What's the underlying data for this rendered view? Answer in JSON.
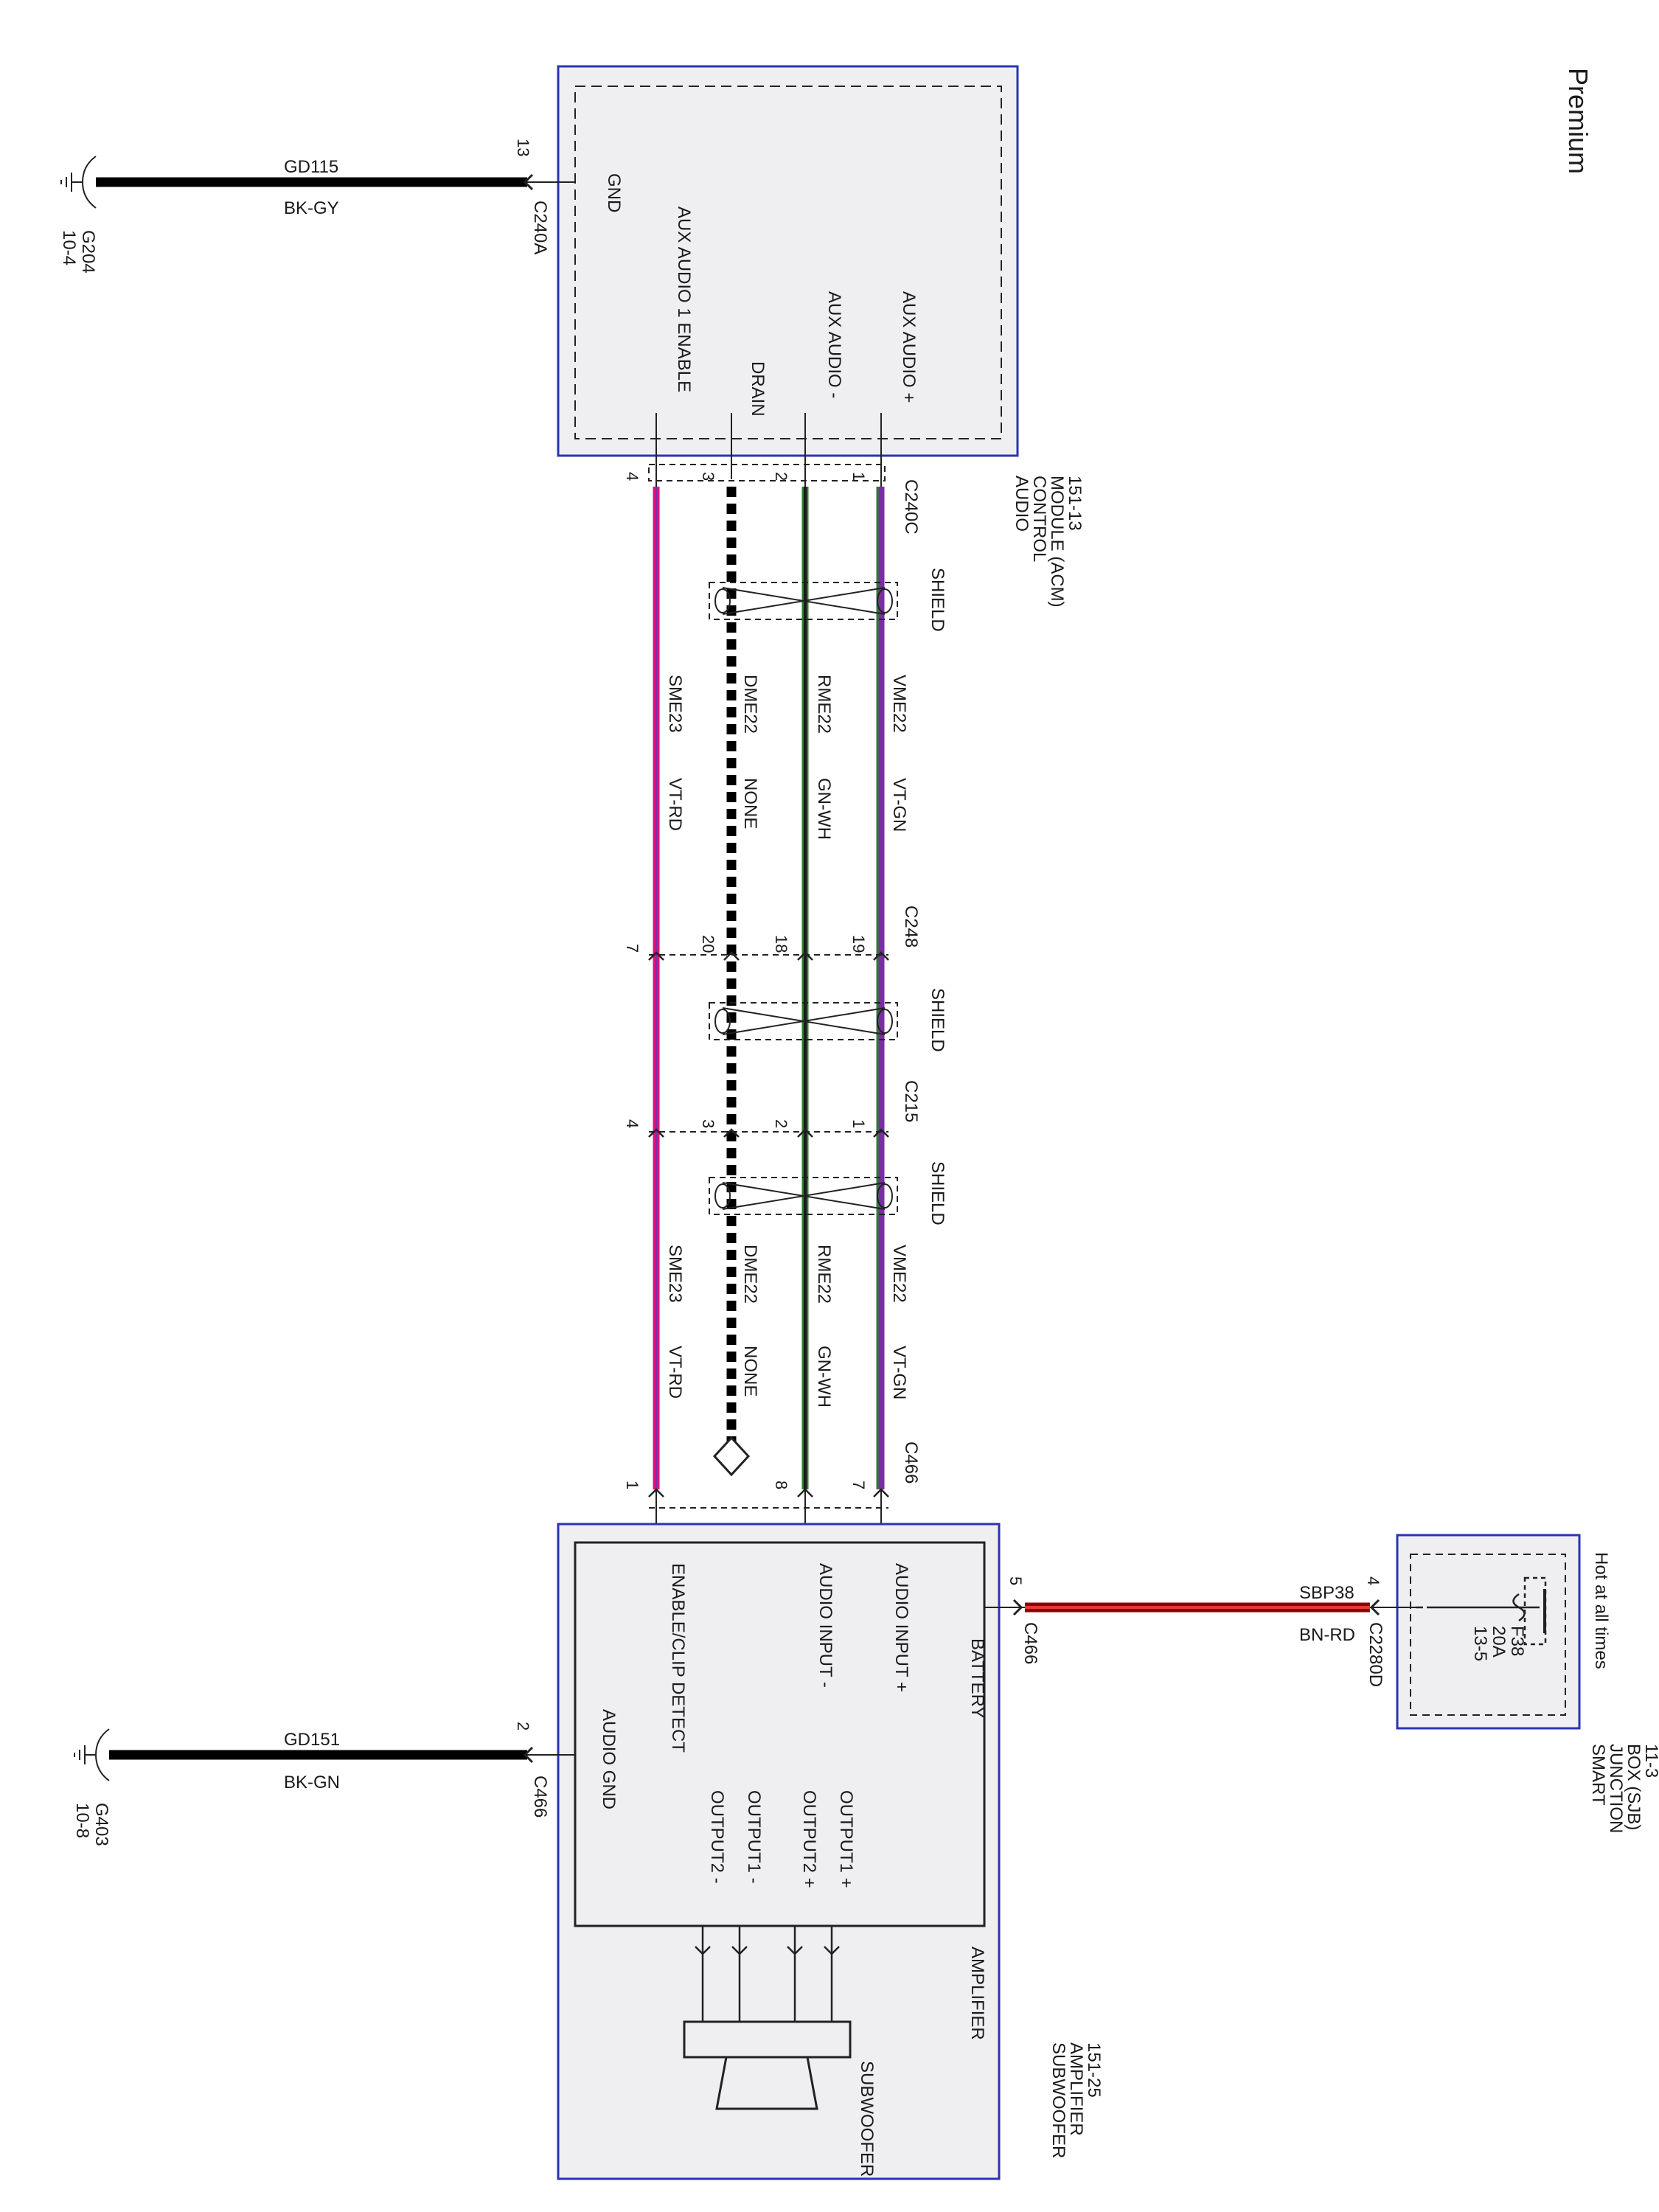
{
  "page_title": "Premium",
  "colors": {
    "module_border": "#2b33b5",
    "module_fill": "#efeff2",
    "wire_black": "#000000",
    "wire_vt": "#7a2fa0",
    "wire_gn": "#2e7d32",
    "wire_rd": "#e0117a",
    "wire_bn": "#8b0000"
  },
  "acm": {
    "name_lines": [
      "AUDIO",
      "CONTROL",
      "MODULE (ACM)",
      "151-13"
    ],
    "pins": {
      "gnd": "GND",
      "aux_plus": "AUX AUDIO +",
      "aux_minus": "AUX AUDIO -",
      "drain": "DRAIN",
      "aux_enable": "AUX AUDIO 1 ENABLE"
    },
    "connector_c": "C240C",
    "connector_a": "C240A",
    "pin_numbers": {
      "gnd": "13",
      "p1": "1",
      "p2": "2",
      "p3": "3",
      "p4": "4"
    }
  },
  "ground_top": {
    "circuit": "GD115",
    "color": "BK-GY",
    "ground": "G204",
    "ref": "10-4"
  },
  "ground_bottom": {
    "circuit": "GD151",
    "color": "BK-GN",
    "ground": "G403",
    "ref": "10-8"
  },
  "shield_label": "SHIELD",
  "wires": {
    "vme": {
      "circuit": "VME22",
      "color": "VT-GN"
    },
    "rme": {
      "circuit": "RME22",
      "color": "GN-WH"
    },
    "dme": {
      "circuit": "DME22",
      "color": "NONE"
    },
    "sme": {
      "circuit": "SME23",
      "color": "VT-RD"
    }
  },
  "c248": {
    "name": "C248",
    "pins": [
      "19",
      "18",
      "20",
      "7"
    ]
  },
  "c215": {
    "name": "C215",
    "pins": [
      "1",
      "2",
      "3",
      "4"
    ]
  },
  "c466_top": {
    "name": "C466",
    "pins": [
      "7",
      "8",
      "1"
    ]
  },
  "amp": {
    "name_lines": [
      "SUBWOOFER",
      "AMPLIFIER",
      "151-25"
    ],
    "inner_label": "AMPLIFIER",
    "pins": {
      "battery": "BATTERY",
      "in_plus": "AUDIO INPUT +",
      "in_minus": "AUDIO INPUT -",
      "enable": "ENABLE/CLIP DETECT",
      "gnd": "AUDIO GND",
      "out1p": "OUTPUT1 +",
      "out2p": "OUTPUT2 +",
      "out1m": "OUTPUT1 -",
      "out2m": "OUTPUT2 -"
    },
    "subwoofer": "SUBWOOFER",
    "battery_pin": "5",
    "battery_connector": "C466",
    "gnd_pin": "2",
    "gnd_connector": "C466"
  },
  "sjb": {
    "name_lines": [
      "SMART",
      "JUNCTION",
      "BOX (SJB)",
      "11-3"
    ],
    "hot": "Hot at all times",
    "fuse": "F38",
    "rating": "20A",
    "ref": "13-5",
    "pin": "4",
    "connector": "C2280D"
  },
  "battery_wire": {
    "circuit": "SBP38",
    "color": "BN-RD"
  }
}
